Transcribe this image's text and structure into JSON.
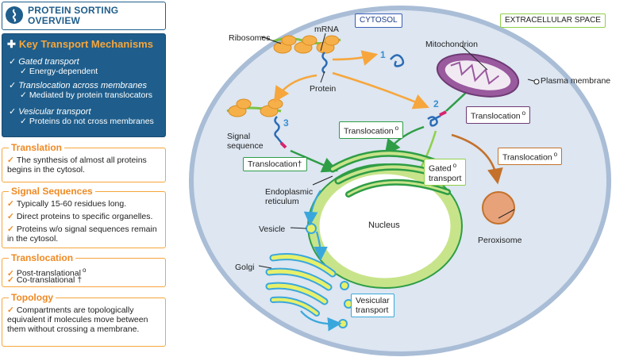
{
  "sidebar": {
    "title_line1": "PROTEIN SORTING",
    "title_line2": "OVERVIEW",
    "key": {
      "heading": "Key Transport Mechanisms",
      "items": [
        {
          "label": "Gated transport",
          "sub": "Energy-dependent"
        },
        {
          "label": "Translocation across membranes",
          "sub": "Mediated by protein translocators"
        },
        {
          "label": "Vesicular transport",
          "sub": "Proteins do not cross membranes"
        }
      ]
    },
    "translation": {
      "heading": "Translation",
      "items": [
        "The synthesis of almost all proteins begins in the cytosol."
      ]
    },
    "signal": {
      "heading": "Signal Sequences",
      "items": [
        "Typically 15-60 residues long.",
        "Direct proteins to specific organelles.",
        "Proteins w/o signal sequences remain in the cytosol."
      ]
    },
    "translocation": {
      "heading": "Translocation",
      "items": [
        "Post-translational",
        "Co-translational"
      ],
      "symbols": [
        "o",
        "†"
      ]
    },
    "topology": {
      "heading": "Topology",
      "items": [
        "Compartments are topologically equivalent if molecules move between them without crossing a membrane."
      ]
    }
  },
  "diagram": {
    "cytosol": "CYTOSOL",
    "extracellular": "EXTRACELLULAR SPACE",
    "ribosomes": "Ribosomes",
    "mrna": "mRNA",
    "protein": "Protein",
    "mitochondrion": "Mitochondrion",
    "plasma_membrane": "Plasma membrane",
    "signal_sequence_1": "Signal",
    "signal_sequence_2": "sequence",
    "er_1": "Endoplasmic",
    "er_2": "reticulum",
    "nucleus": "Nucleus",
    "vesicle": "Vesicle",
    "golgi": "Golgi",
    "peroxisome": "Peroxisome",
    "translocation": "Translocation",
    "gated_1": "Gated",
    "gated_2": "transport",
    "vesicular_1": "Vesicular",
    "vesicular_2": "transport",
    "num1": "1",
    "num2": "2",
    "num3": "3",
    "post_symbol": "o",
    "co_symbol": "†",
    "colors": {
      "cell_fill": "#dde6f1",
      "cell_border": "#a9bdd6",
      "er_green": "#2e9d46",
      "er_fill": "#c8e48a",
      "mito": "#9a5a9e",
      "orange_arrow": "#f6a63c",
      "blue_arrow": "#3aa7dc",
      "brown_arrow": "#c4712b",
      "peroxisome": "#e8a27a"
    }
  }
}
